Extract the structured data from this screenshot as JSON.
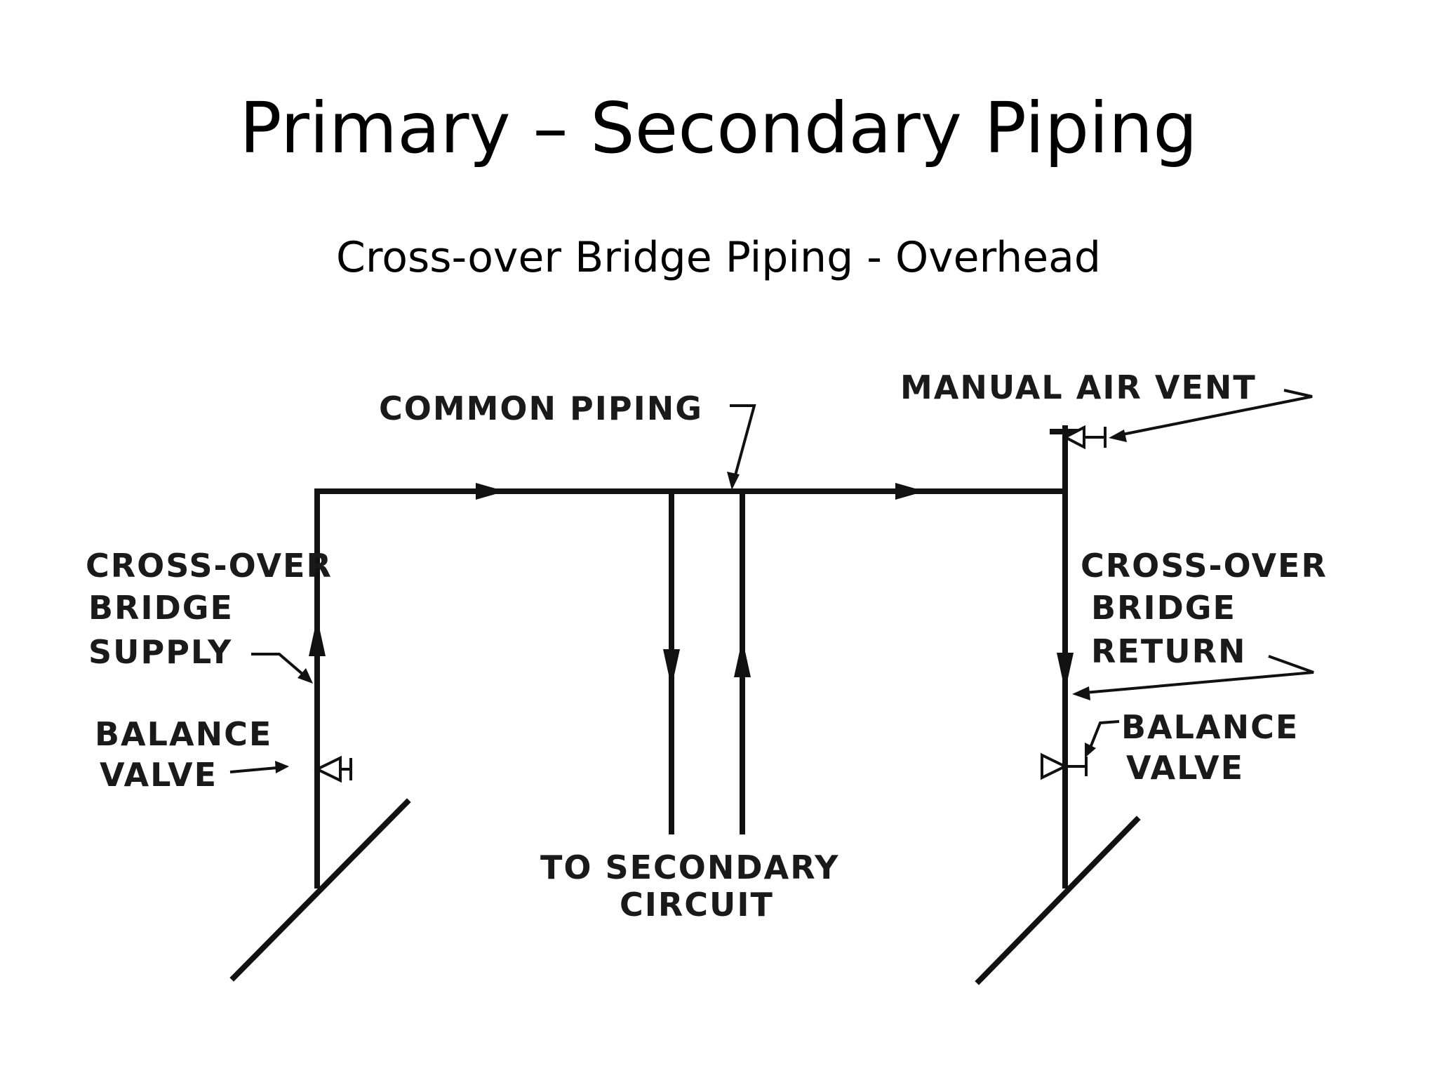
{
  "slide": {
    "title": "Primary – Secondary Piping",
    "subtitle": "Cross-over Bridge Piping - Overhead"
  },
  "diagram": {
    "labels": {
      "common_piping": "COMMON PIPING",
      "manual_air_vent": "MANUAL AIR VENT",
      "supply_line1": "CROSS-OVER",
      "supply_line2": "BRIDGE",
      "supply_line3": "SUPPLY",
      "return_line1": "CROSS-OVER",
      "return_line2": "BRIDGE",
      "return_line3": "RETURN",
      "left_valve_line1": "BALANCE",
      "left_valve_line2": "VALVE",
      "right_valve_line1": "BALANCE",
      "right_valve_line2": "VALVE",
      "secondary_line1": "TO SECONDARY",
      "secondary_line2": "CIRCUIT"
    },
    "colors": {
      "line": "#111111",
      "text": "#1a1a1a",
      "background": "#ffffff"
    }
  }
}
